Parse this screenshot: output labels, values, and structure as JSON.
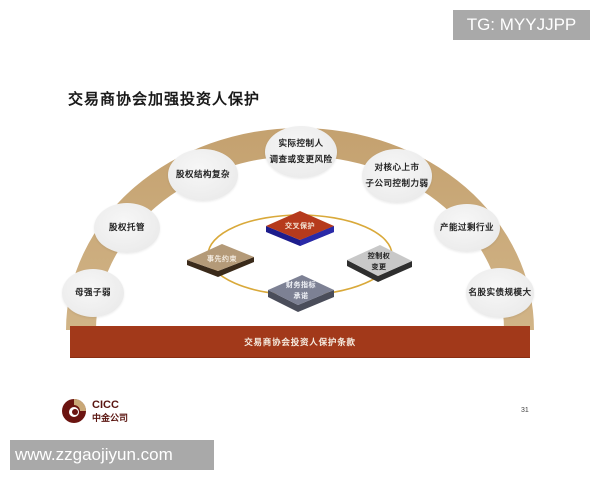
{
  "watermarks": {
    "top": "TG: MYYJJPP",
    "bottom": "www.zzgaojiyun.com"
  },
  "slide": {
    "title": "交易商协会加强投资人保护",
    "page_number": "31"
  },
  "arc": {
    "color": "#c9a877",
    "risks": [
      {
        "id": "parent-strong-sub-weak",
        "lines": [
          "母强子弱"
        ]
      },
      {
        "id": "equity-custody",
        "lines": [
          "股权托管"
        ]
      },
      {
        "id": "complex-equity-structure",
        "lines": [
          "股权结构复杂"
        ]
      },
      {
        "id": "actual-controller-risk",
        "lines": [
          "实际控制人",
          "调查或变更风险"
        ]
      },
      {
        "id": "weak-control-listed-sub",
        "lines": [
          "对核心上市",
          "子公司控制力弱"
        ]
      },
      {
        "id": "overcapacity-industry",
        "lines": [
          "产能过剩行业"
        ]
      },
      {
        "id": "disguised-debt-scale",
        "lines": [
          "名股实债规模大"
        ]
      }
    ]
  },
  "center": {
    "ring_color": "#d9a93a",
    "mechanisms": [
      {
        "id": "cross-protection",
        "lines": [
          "交叉保护"
        ],
        "top_color": "#b63a1c",
        "side_color": "#1c1c8c"
      },
      {
        "id": "prior-constraint",
        "lines": [
          "事先约束"
        ],
        "top_color": "#b49a78",
        "side_color": "#3a2a1a"
      },
      {
        "id": "change-of-control",
        "lines": [
          "控制权",
          "变更"
        ],
        "top_color": "#c8c8c8",
        "side_color": "#2e2e2e"
      },
      {
        "id": "financial-covenant",
        "lines": [
          "财务指标",
          "承诺"
        ],
        "top_color": "#7d8194",
        "side_color": "#4a4d5a"
      }
    ]
  },
  "foundation": {
    "label": "交易商协会投资人保护条款",
    "color": "#a2391a"
  },
  "logo": {
    "en": "CICC",
    "cn": "中金公司"
  }
}
